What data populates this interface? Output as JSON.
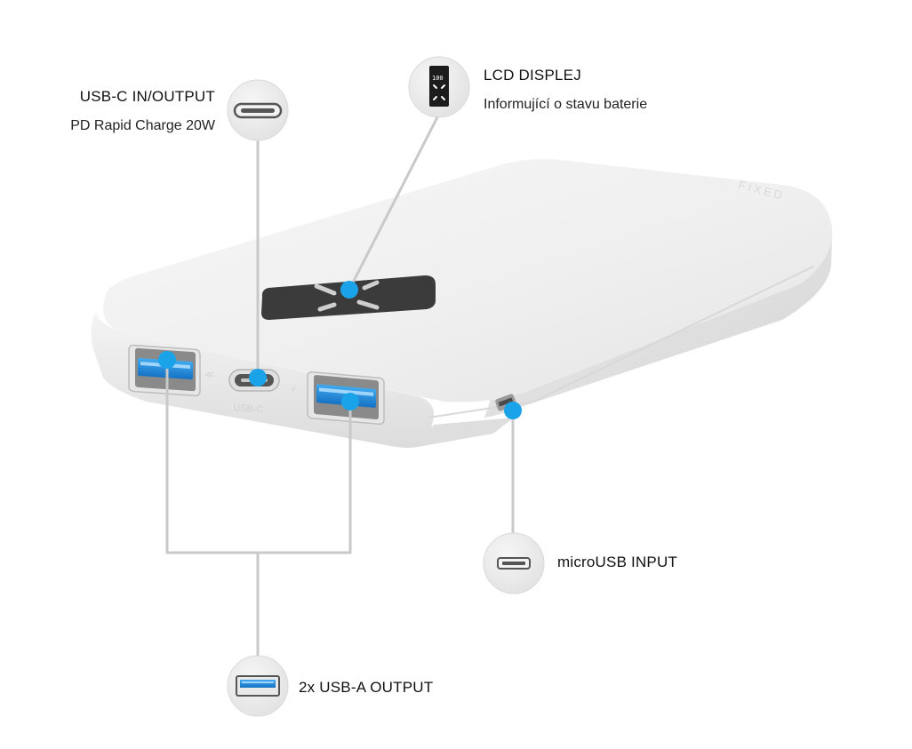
{
  "callouts": {
    "usbc": {
      "title": "USB-C IN/OUTPUT",
      "subtitle": "PD Rapid Charge 20W"
    },
    "lcd": {
      "title": "LCD DISPLEJ",
      "subtitle": "Informující o stavu baterie"
    },
    "microusb": {
      "title": "microUSB INPUT"
    },
    "usba": {
      "title": "2x USB-A OUTPUT"
    }
  },
  "device": {
    "port_label": "USB-C",
    "brand_mark": "FIXED",
    "lcd_reading": "100"
  },
  "colors": {
    "accent": "#1aa3e8",
    "line": "#c8c8c8",
    "body": "#f0f0f0",
    "lcd_panel": "#3a3a3a",
    "port_blue": "#1e88d4"
  },
  "icons": [
    "usb-c-port-icon",
    "lcd-display-icon",
    "micro-usb-port-icon",
    "usb-a-port-icon"
  ]
}
